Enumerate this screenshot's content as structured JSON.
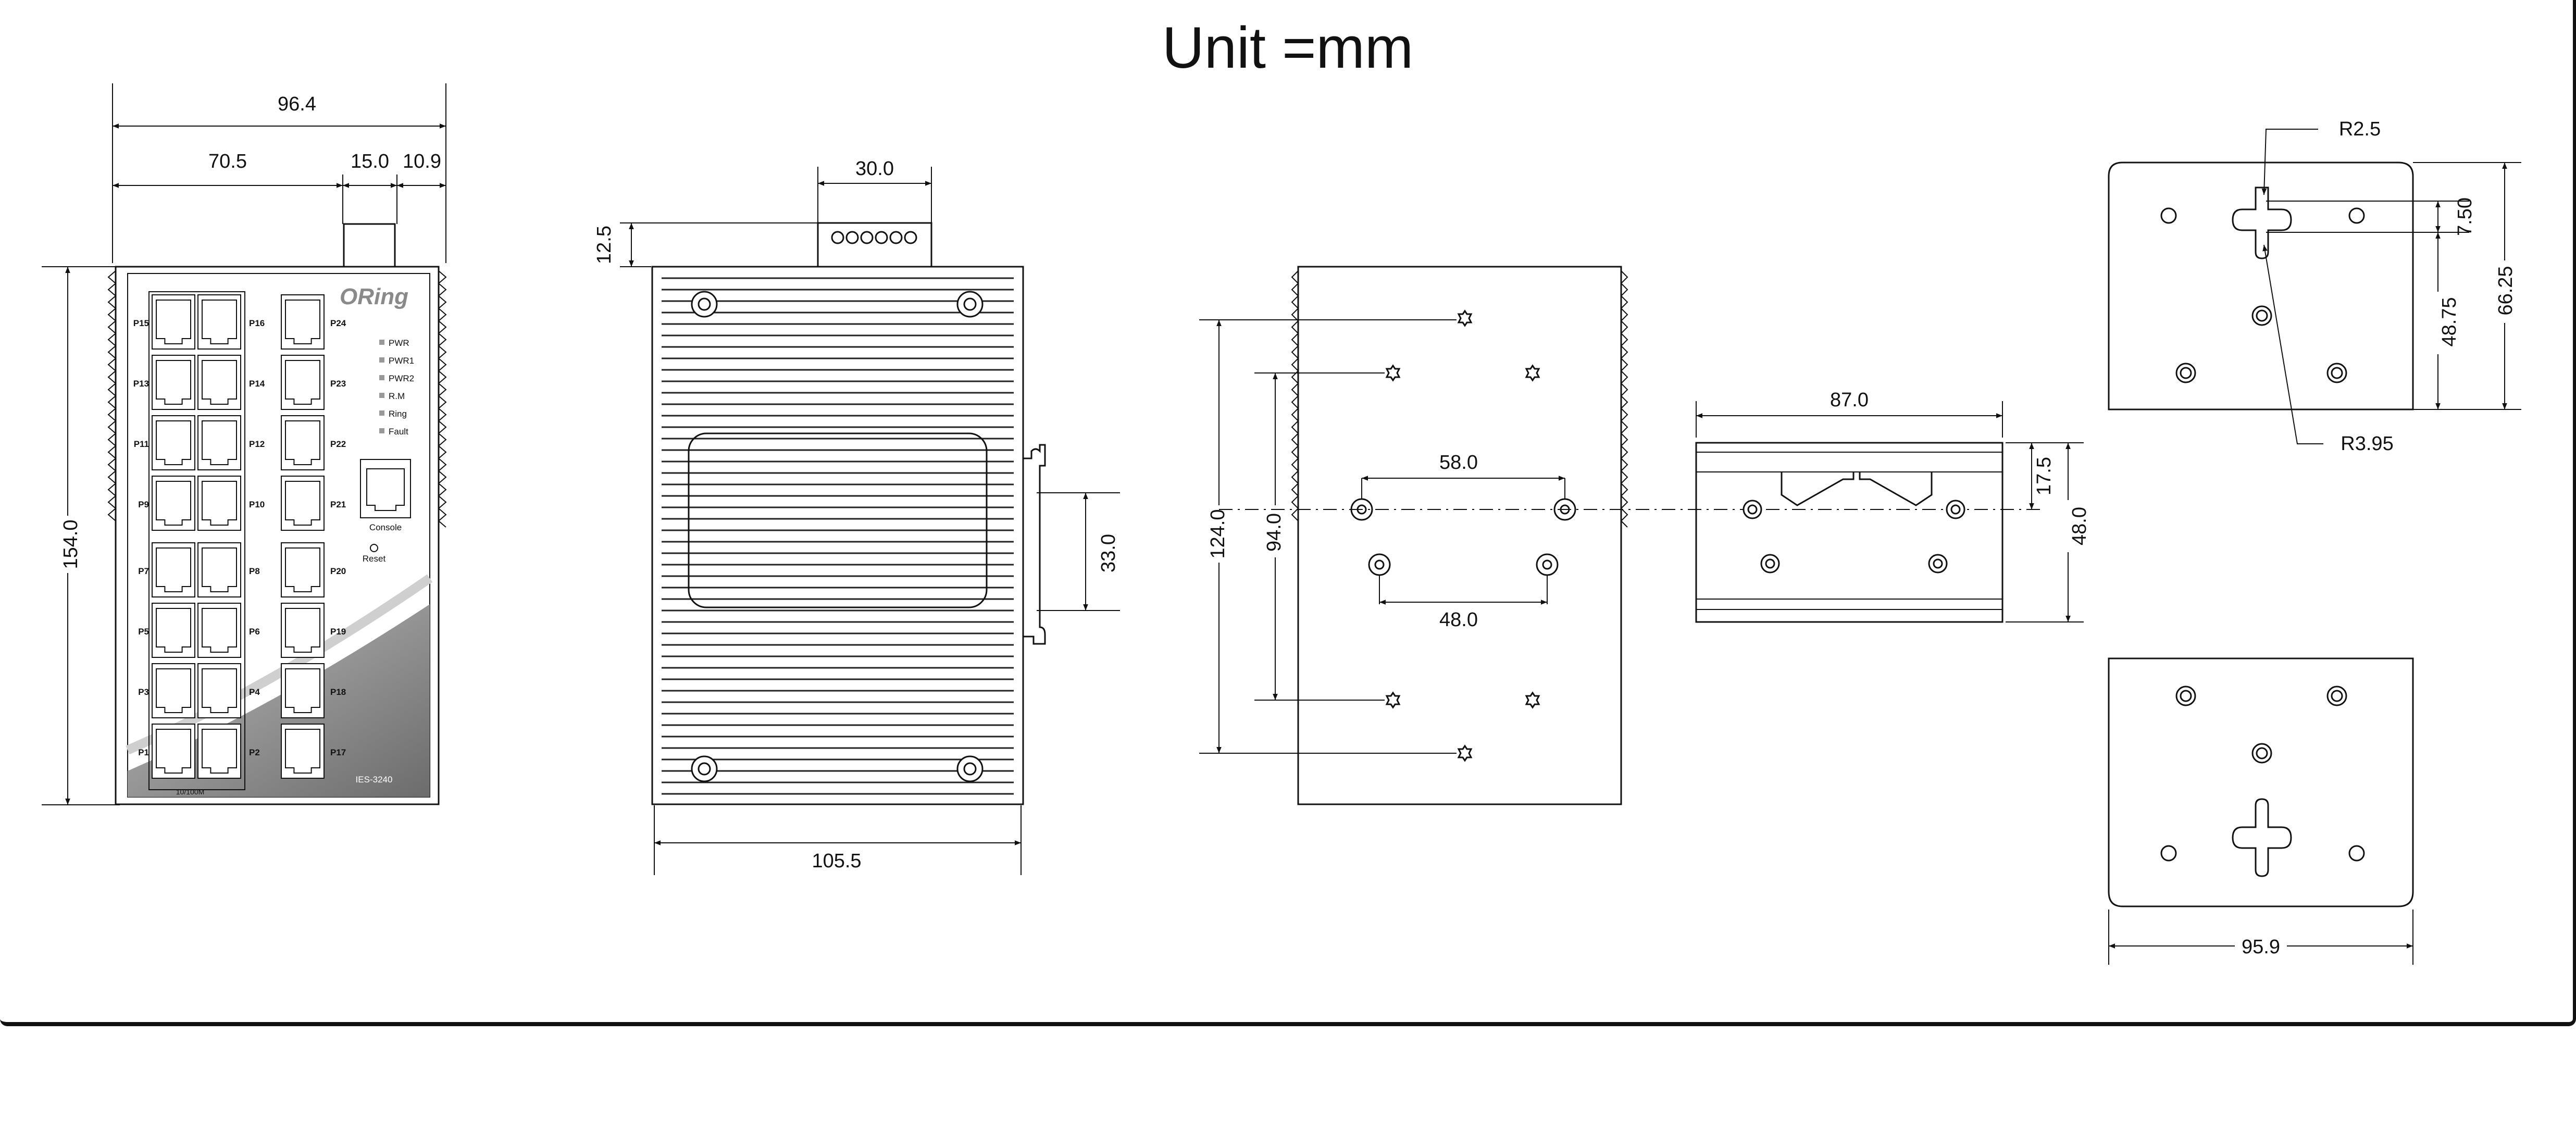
{
  "title": "Unit =mm",
  "front_view": {
    "dims": {
      "width_total": "96.4",
      "width_body": "70.5",
      "width_conn": "15.0",
      "width_side": "10.9",
      "height": "154.0"
    },
    "brand": "ORing",
    "model": "IES-3240",
    "port_speed_label": "10/100M",
    "led_labels": [
      "PWR",
      "PWR1",
      "PWR2",
      "R.M",
      "Ring",
      "Fault"
    ],
    "console_label": "Console",
    "reset_label": "Reset",
    "ports_left": [
      "P15",
      "P13",
      "P11",
      "P9",
      "P7",
      "P5",
      "P3",
      "P1"
    ],
    "ports_mid": [
      "P16",
      "P14",
      "P12",
      "P10",
      "P8",
      "P6",
      "P4",
      "P2"
    ],
    "ports_right": [
      "P24",
      "P23",
      "P22",
      "P21",
      "P20",
      "P19",
      "P18",
      "P17"
    ]
  },
  "side_view": {
    "dims": {
      "terminal_width": "30.0",
      "terminal_height": "12.5",
      "clip_height": "33.0",
      "width": "105.5"
    }
  },
  "rear_view": {
    "dims": {
      "outer_height": "124.0",
      "inner_height": "94.0",
      "hole_span_top": "58.0",
      "hole_span_bottom": "48.0"
    }
  },
  "din_rail": {
    "dims": {
      "width": "87.0",
      "top_offset": "17.5",
      "height": "48.0"
    }
  },
  "wall_mount": {
    "dims": {
      "radius_small": "R2.5",
      "slot_height": "7.50",
      "lower_height": "48.75",
      "total_height": "66.25",
      "radius_large": "R3.95",
      "width": "95.9"
    }
  }
}
